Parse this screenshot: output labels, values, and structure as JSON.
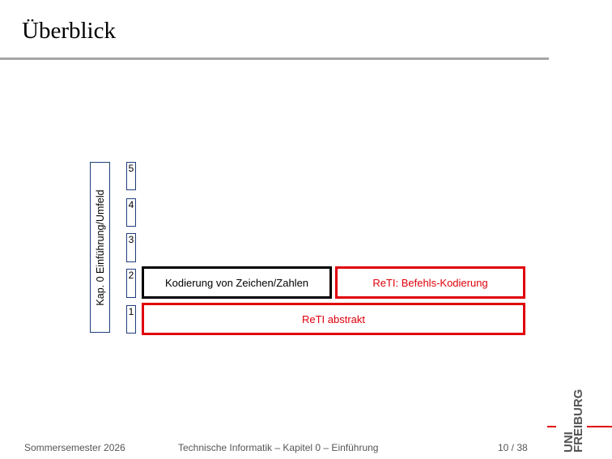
{
  "slide": {
    "title": "Überblick"
  },
  "diagram": {
    "chapter_label": "Kap. 0  Einführung/Umfeld",
    "layers": [
      "1",
      "2",
      "3",
      "4",
      "5"
    ],
    "boxes": {
      "kodierung": "Kodierung von Zeichen/Zahlen",
      "befehls": "ReTI: Befehls-Kodierung",
      "abstrakt": "ReTI abstrakt"
    }
  },
  "footer": {
    "semester": "Sommersemester 2026",
    "course": "Technische Informatik – Kapitel 0 – Einführung",
    "page": "10 / 38"
  },
  "logo": {
    "line1": "UNI",
    "line2": "FREIBURG"
  },
  "colors": {
    "accent": "#e0000a",
    "layer_border": "#1f3d7a",
    "rule": "#a6a6a6"
  }
}
